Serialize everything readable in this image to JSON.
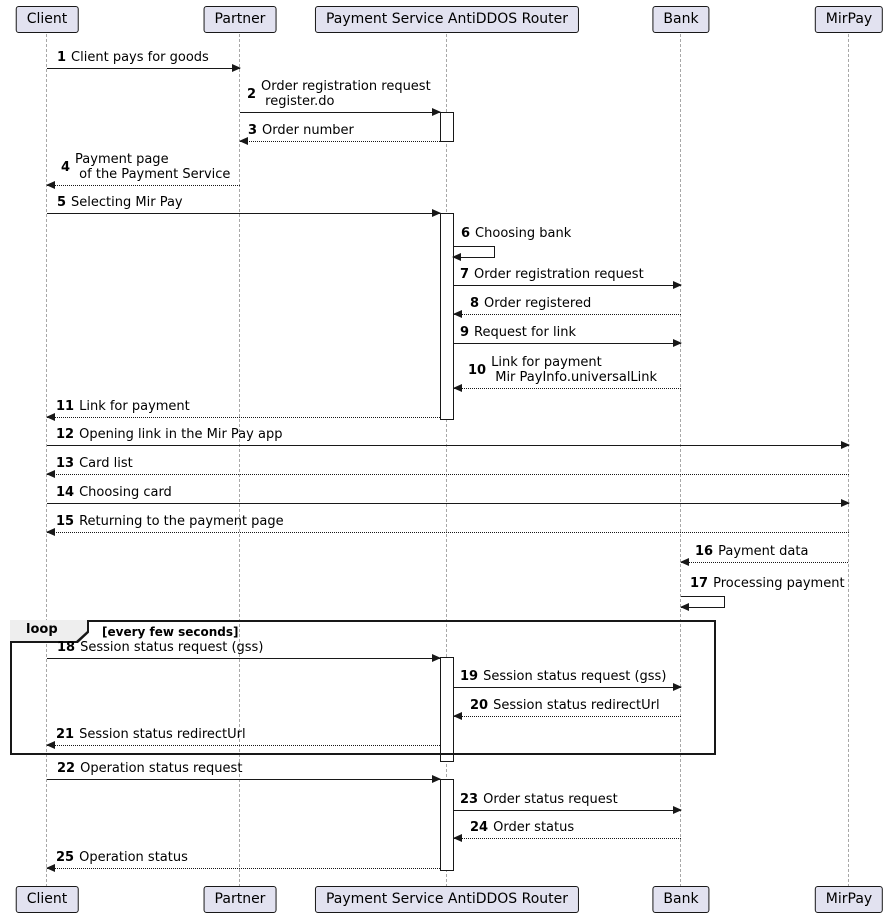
{
  "participants": [
    {
      "name": "Client"
    },
    {
      "name": "Partner"
    },
    {
      "name": "Payment Service AntiDDOS Router"
    },
    {
      "name": "Bank"
    },
    {
      "name": "MirPay"
    }
  ],
  "loop": {
    "label": "loop",
    "condition": "[every few seconds]"
  },
  "messages": [
    {
      "num": "1",
      "text": "Client pays for goods"
    },
    {
      "num": "2",
      "text": "Order registration request\n register.do"
    },
    {
      "num": "3",
      "text": "Order number"
    },
    {
      "num": "4",
      "text": "Payment page\n of the Payment Service"
    },
    {
      "num": "5",
      "text": "Selecting Mir Pay"
    },
    {
      "num": "6",
      "text": "Choosing bank"
    },
    {
      "num": "7",
      "text": "Order registration request"
    },
    {
      "num": "8",
      "text": "Order registered"
    },
    {
      "num": "9",
      "text": "Request for link"
    },
    {
      "num": "10",
      "text": "Link for payment\n Mir PayInfo.universalLink"
    },
    {
      "num": "11",
      "text": "Link for payment"
    },
    {
      "num": "12",
      "text": "Opening link in the Mir Pay app"
    },
    {
      "num": "13",
      "text": "Card list"
    },
    {
      "num": "14",
      "text": "Choosing card"
    },
    {
      "num": "15",
      "text": "Returning to the payment page"
    },
    {
      "num": "16",
      "text": "Payment data"
    },
    {
      "num": "17",
      "text": "Processing payment"
    },
    {
      "num": "18",
      "text": "Session status request (gss)"
    },
    {
      "num": "19",
      "text": "Session status request (gss)"
    },
    {
      "num": "20",
      "text": "Session status redirectUrl"
    },
    {
      "num": "21",
      "text": "Session status redirectUrl"
    },
    {
      "num": "22",
      "text": "Operation status request"
    },
    {
      "num": "23",
      "text": "Order status request"
    },
    {
      "num": "24",
      "text": "Order status"
    },
    {
      "num": "25",
      "text": "Operation status"
    }
  ],
  "colors": {
    "participant_fill": "#e2e2f0",
    "participant_border": "#181818",
    "lifeline": "#a8a8a8",
    "loop_tab_fill": "#eeeeee",
    "line": "#181818",
    "background": "#ffffff"
  }
}
